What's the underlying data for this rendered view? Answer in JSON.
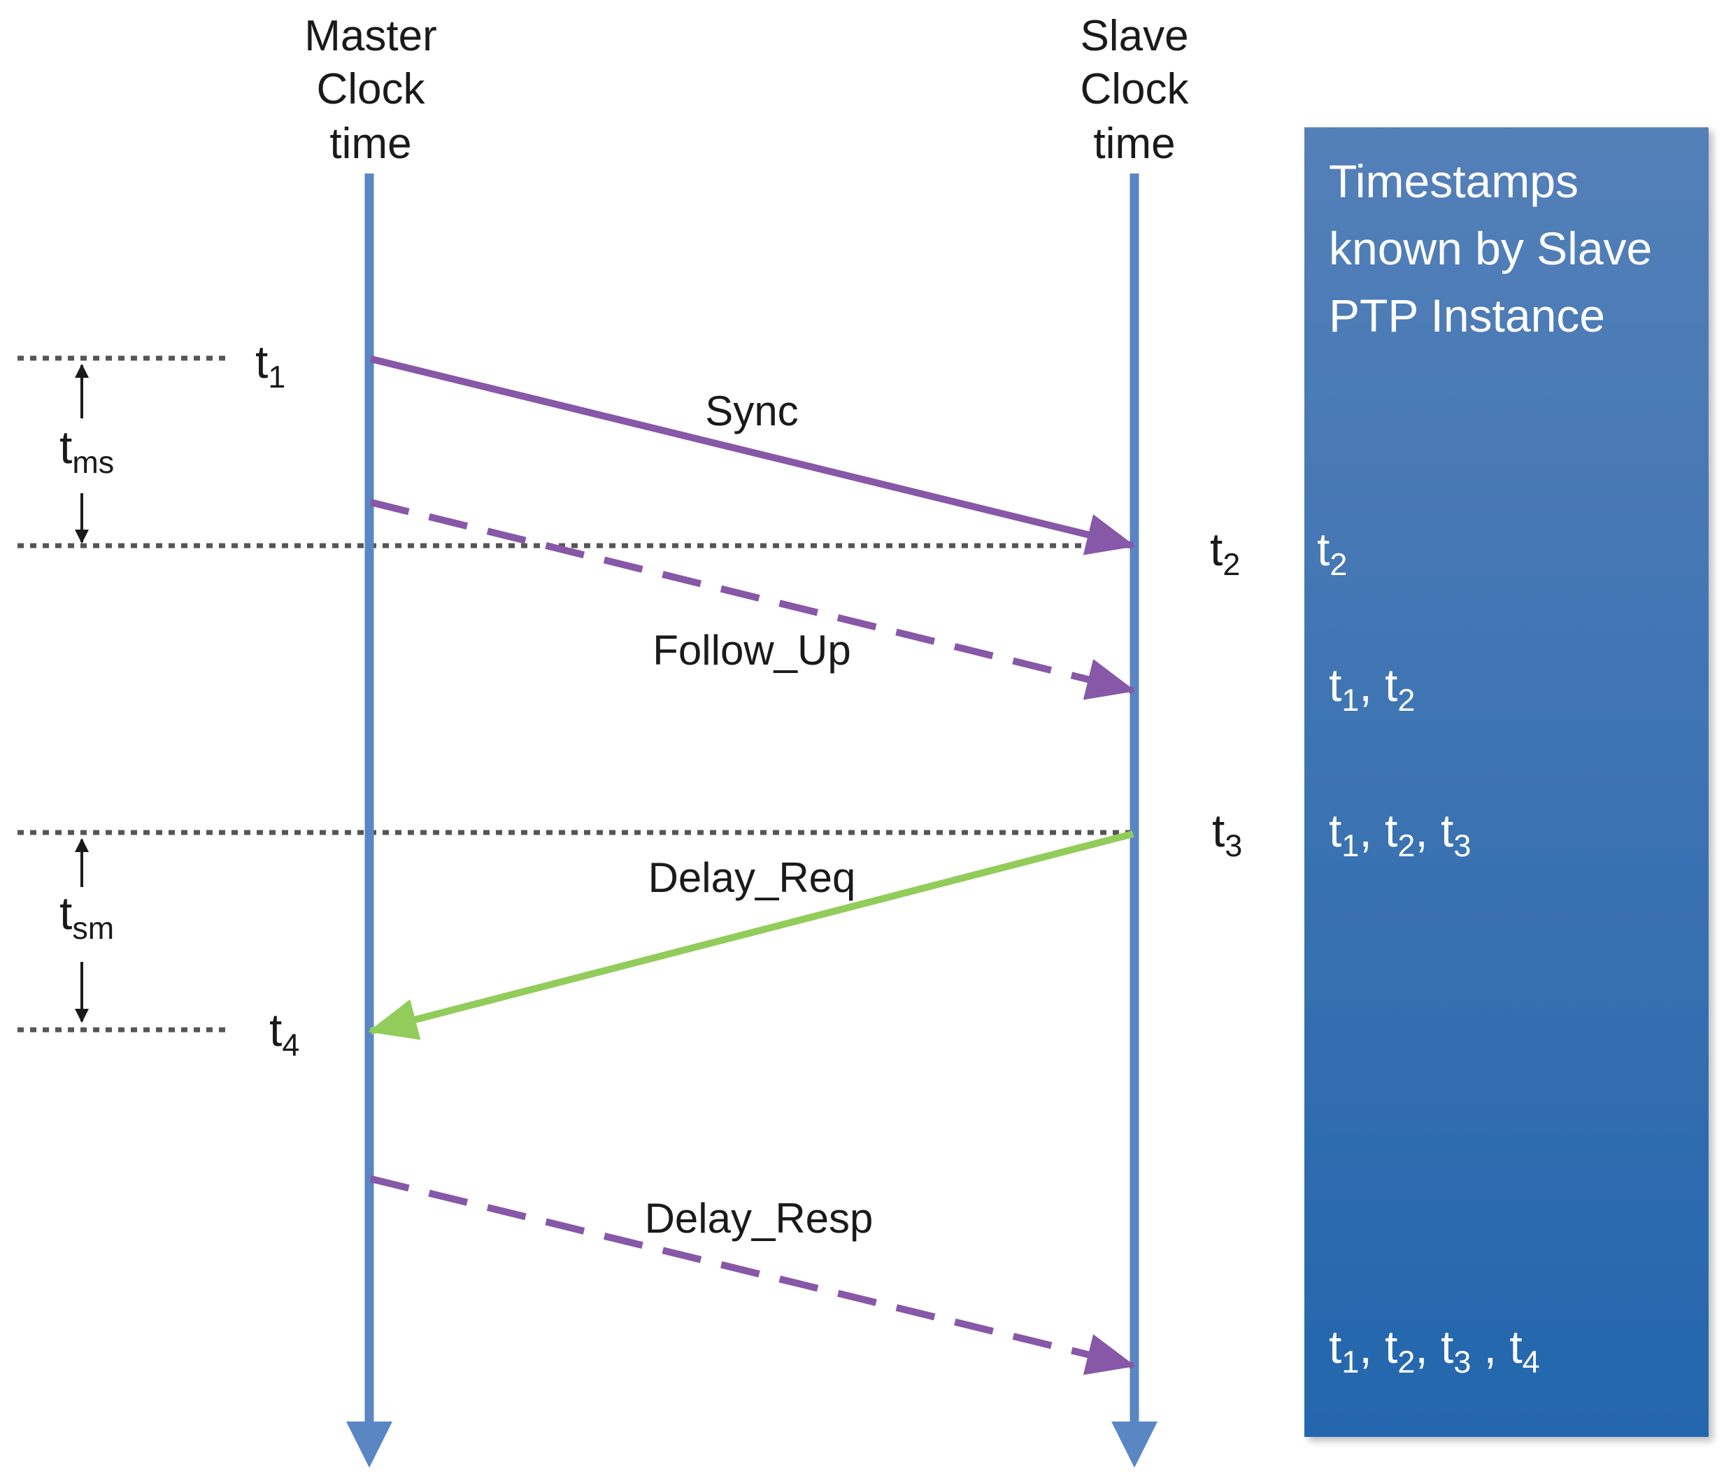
{
  "lifelines": {
    "master": {
      "line1": "Master",
      "line2": "Clock",
      "line3": "time"
    },
    "slave": {
      "line1": "Slave",
      "line2": "Clock",
      "line3": "time"
    }
  },
  "messages": {
    "sync": "Sync",
    "follow_up": "Follow_Up",
    "delay_req": "Delay_Req",
    "delay_resp": "Delay_Resp"
  },
  "timestamps": {
    "t1": {
      "base": "t",
      "sub": "1"
    },
    "t2": {
      "base": "t",
      "sub": "2"
    },
    "t3": {
      "base": "t",
      "sub": "3"
    },
    "t4": {
      "base": "t",
      "sub": "4"
    }
  },
  "intervals": {
    "tms": {
      "base": "t",
      "sub": "ms"
    },
    "tsm": {
      "base": "t",
      "sub": "sm"
    }
  },
  "panel": {
    "title_line1": "Timestamps",
    "title_line2": "known by Slave",
    "title_line3": "PTP Instance",
    "row1": {
      "a": "t",
      "a_sub": "2"
    },
    "row2": {
      "a": "t",
      "a_sub": "1",
      "sep1": ", ",
      "b": "t",
      "b_sub": "2"
    },
    "row3": {
      "a": "t",
      "a_sub": "1",
      "sep1": ", ",
      "b": "t",
      "b_sub": "2",
      "sep2": ", ",
      "c": "t",
      "c_sub": "3"
    },
    "row4": {
      "a": "t",
      "a_sub": "1",
      "sep1": ", ",
      "b": "t",
      "b_sub": "2",
      "sep2": ", ",
      "c": "t",
      "c_sub": "3",
      "sep3": " , ",
      "d": "t",
      "d_sub": "4"
    }
  },
  "colors": {
    "lifeline": "#5a86c4",
    "sync": "#8757a8",
    "delay_req": "#92cc5a",
    "dotted": "#555555",
    "panel_top": "#5480b8",
    "panel_bottom": "#2466ad"
  }
}
